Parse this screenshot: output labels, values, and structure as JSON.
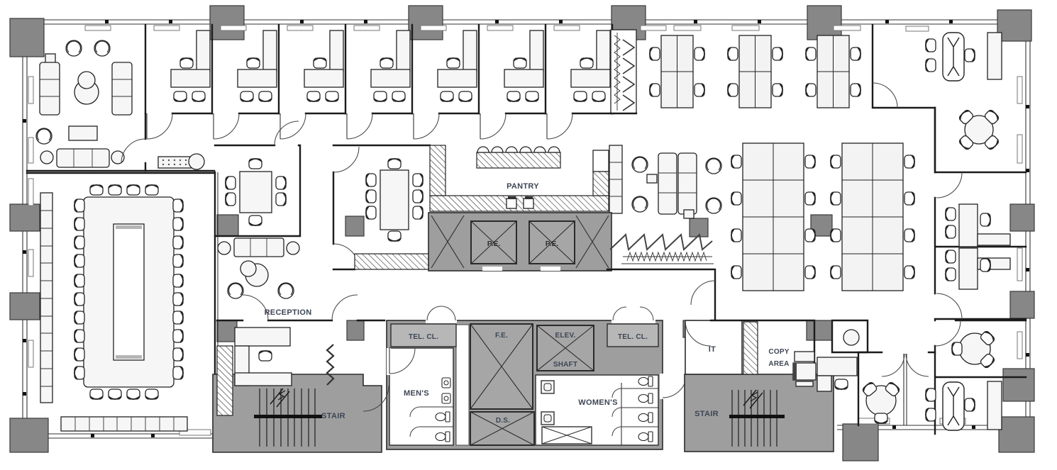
{
  "floor_plan": {
    "labels": {
      "pantry": "PANTRY",
      "reception": "RECEPTION",
      "tel_cl": "TEL. CL.",
      "fe": "F.E.",
      "elev": "ELEV.",
      "shaft": "SHAFT",
      "mens": "MEN'S",
      "womens": "WOMEN'S",
      "ds": "D.S.",
      "pe": "P.E.",
      "stair": "STAIR",
      "it": "IT",
      "copy": "COPY",
      "area": "AREA"
    },
    "colors": {
      "background": "#ffffff",
      "wall_line": "#1b1b1b",
      "core_fill": "#9e9e9e",
      "column_fill": "#878787",
      "furniture_fill": "#f6f6f6",
      "hatch_line": "#3c3c3c",
      "label_text": "#3d4654"
    }
  }
}
